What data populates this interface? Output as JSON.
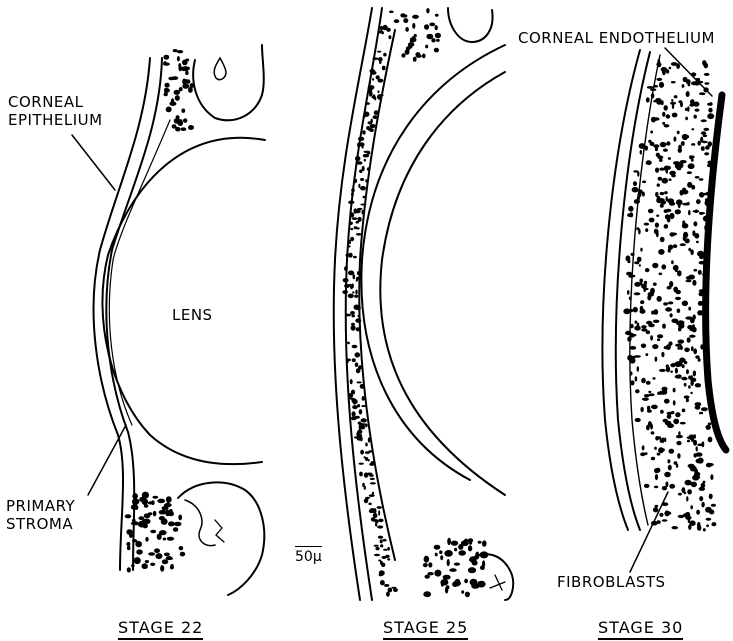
{
  "labels": {
    "corneal_epithelium": [
      "CORNEAL",
      "EPITHELIUM"
    ],
    "lens": "LENS",
    "primary_stroma": [
      "PRIMARY",
      "STROMA"
    ],
    "corneal_endothelium": "CORNEAL ENDOTHELIUM",
    "fibroblasts": "FIBROBLASTS",
    "scale_bar": "50µ"
  },
  "stages": [
    "STAGE 22",
    "STAGE 25",
    "STAGE 30"
  ],
  "colors": {
    "ink": "#000000",
    "background": "#ffffff"
  }
}
